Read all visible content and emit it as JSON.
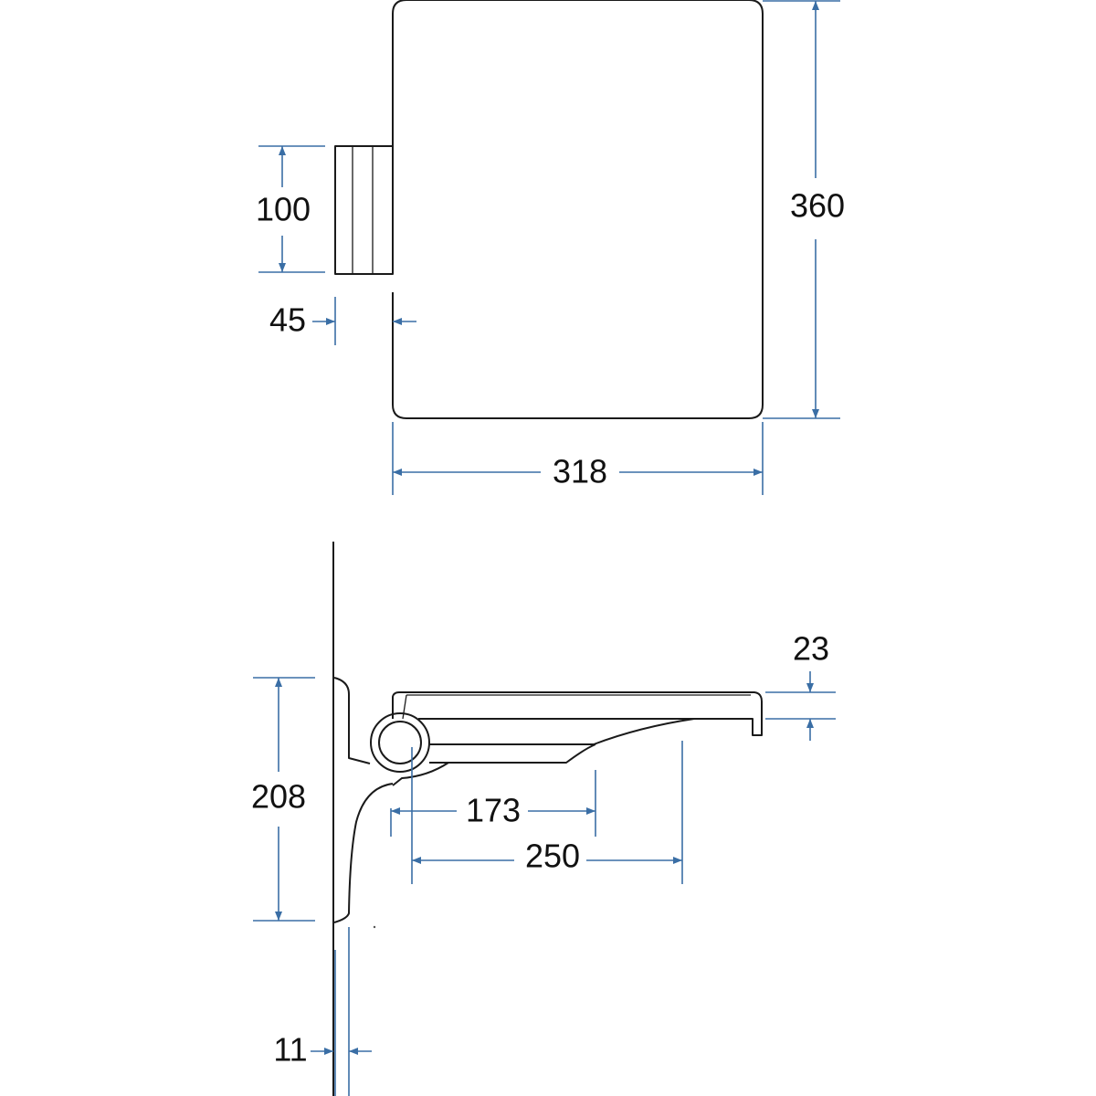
{
  "colors": {
    "dimension": "#3a6ea5",
    "outline": "#1a1a1a"
  },
  "top_view": {
    "mount_height": "100",
    "mount_depth": "45",
    "seat_depth": "360",
    "seat_width": "318"
  },
  "side_view": {
    "seat_thickness": "23",
    "bracket_height": "208",
    "hinge_to_arm": "173",
    "hinge_to_support": "250",
    "wall_offset": "11"
  }
}
